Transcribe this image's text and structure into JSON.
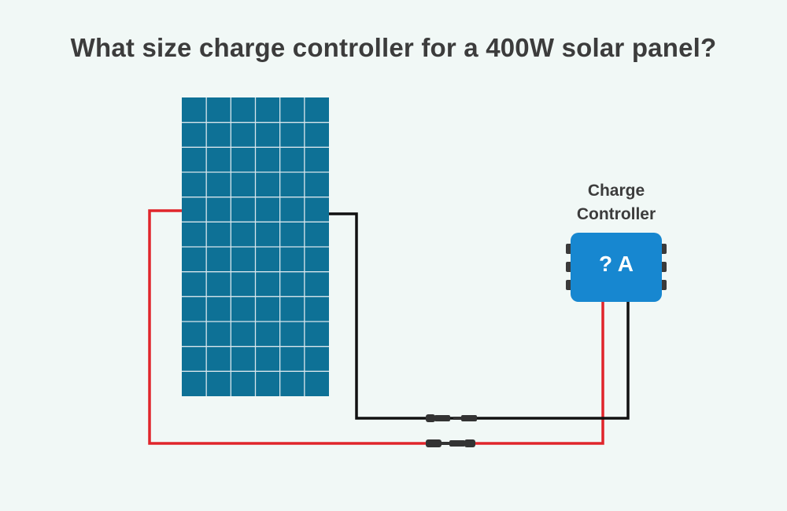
{
  "title": "What size charge controller for a 400W solar panel?",
  "controller": {
    "label_line1": "Charge",
    "label_line2": "Controller",
    "rating": "? A"
  },
  "colors": {
    "background": "#f1f8f6",
    "panel": "#0e7196",
    "panel_grid": "#d8e6ec",
    "controller": "#1787d0",
    "positive_wire": "#e0252b",
    "negative_wire": "#111111",
    "connector": "#333333"
  },
  "panel": {
    "columns": 6,
    "rows": 12
  }
}
